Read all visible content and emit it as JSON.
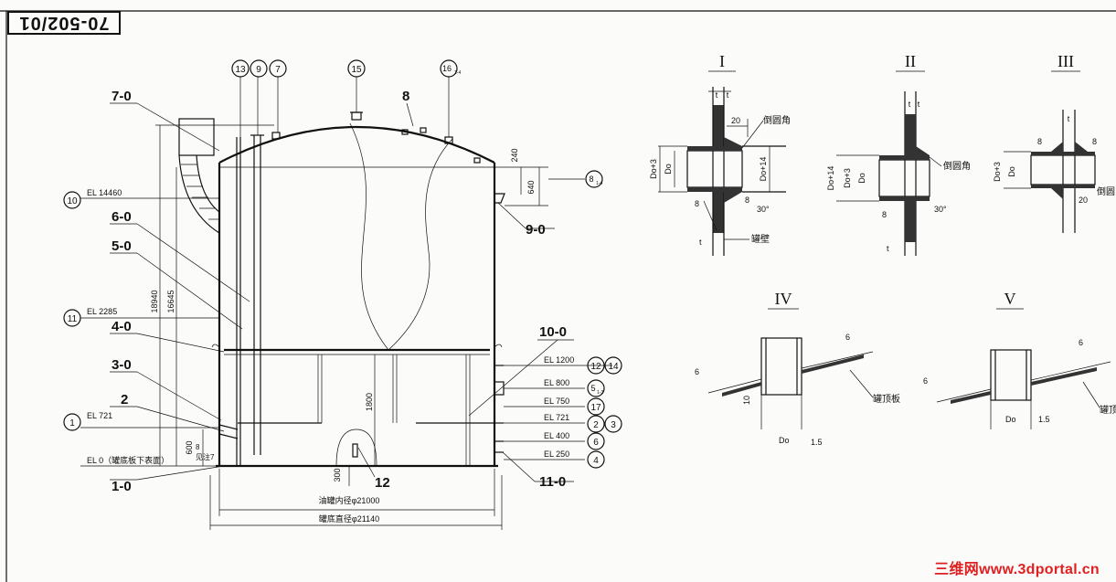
{
  "title_block": {
    "drawing_number": "70-502/01"
  },
  "watermark": "三维网www.3dportal.cn",
  "elevations": {
    "el14460": "EL 14460",
    "el2285": "EL 2285",
    "el721": "EL 721",
    "el0": "EL 0（罐底板下表面）",
    "el1200": "EL 1200",
    "el800": "EL 800",
    "el750": "EL 750",
    "el721r": "EL 721",
    "el400": "EL 400",
    "el250": "EL 250"
  },
  "dimensions": {
    "h18940": "18940",
    "h16645": "16645",
    "h1800": "1800",
    "h600": "600",
    "h300": "300",
    "d240": "240",
    "d640": "640",
    "inner_dia": "油罐内径φ21000",
    "bottom_dia": "罐底直径φ21140"
  },
  "part_labels": {
    "p7_0": "7-0",
    "p6_0": "6-0",
    "p5_0": "5-0",
    "p4_0": "4-0",
    "p3_0": "3-0",
    "p2": "2",
    "p1_0": "1-0",
    "p8": "8",
    "p9_0": "9-0",
    "p10_0": "10-0",
    "p11_0": "11-0",
    "p12": "12"
  },
  "balloons": {
    "b13": "13",
    "b9": "9",
    "b7": "7",
    "b15": "15",
    "b16": "16",
    "b10": "10",
    "b11": "11",
    "b1": "1",
    "b8": "8",
    "b12": "12",
    "b14": "14",
    "b5": "5",
    "b17": "17",
    "b2": "2",
    "b3": "3",
    "b6": "6",
    "b4": "4"
  },
  "balloon_subs": {
    "s16": "1-4",
    "s8": "1-4",
    "s5": "1-3"
  },
  "notes": {
    "see_note7": "见注7",
    "eight": "8"
  },
  "details": {
    "I": {
      "title": "I",
      "do3": "Do+3",
      "do": "Do",
      "do14": "Do+14",
      "t1": "t",
      "t2": "t",
      "d20": "20",
      "chamfer": "倒圆角",
      "w8a": "8",
      "w8b": "8",
      "a30": "30°",
      "wall": "罐壁",
      "tt": "t"
    },
    "II": {
      "title": "II",
      "do14": "Do+14",
      "do3": "Do+3",
      "do": "Do",
      "t1": "t",
      "t2": "t",
      "chamfer": "倒圆角",
      "w8": "8",
      "a30": "30°",
      "tt": "t"
    },
    "III": {
      "title": "III",
      "do3": "Do+3",
      "do": "Do",
      "t": "t",
      "w8a": "8",
      "w8b": "8",
      "d20": "20",
      "chamfer": "倒圆"
    },
    "IV": {
      "title": "IV",
      "w6a": "6",
      "w6b": "6",
      "d10": "10",
      "do": "Do",
      "d15": "1.5",
      "roof": "罐顶板"
    },
    "V": {
      "title": "V",
      "w6a": "6",
      "w6b": "6",
      "do": "Do",
      "d15": "1.5",
      "roof": "罐顶"
    }
  }
}
